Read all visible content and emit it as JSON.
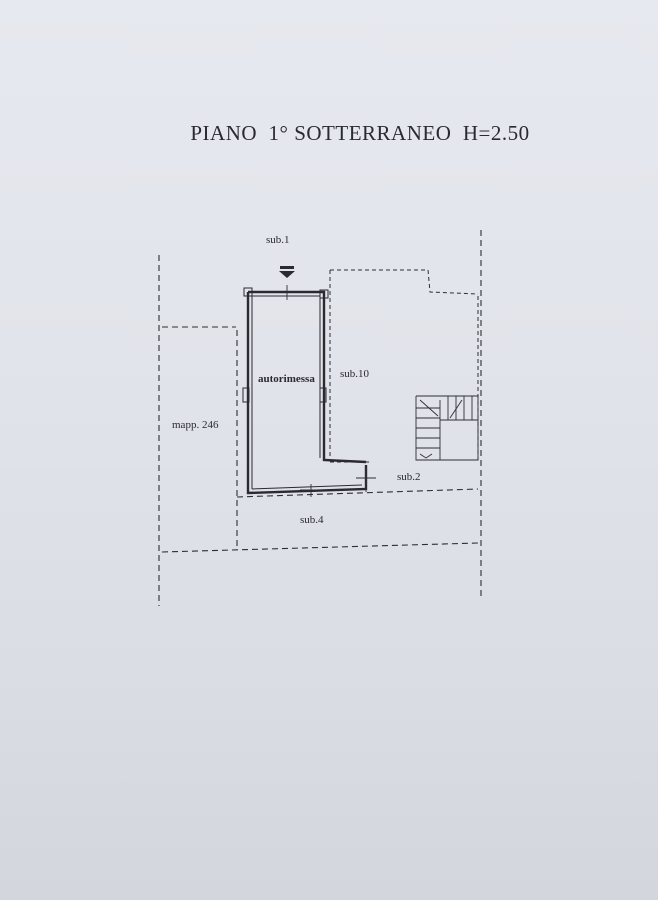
{
  "title": "PIANO  1° SOTTERRANEO  H=2.50",
  "labels": {
    "sub1": "sub.1",
    "autorimessa": "autorimessa",
    "sub10": "sub.10",
    "mapp246": "mapp. 246",
    "sub2": "sub.2",
    "sub4": "sub.4"
  },
  "icons": {
    "entrance": "entrance-arrow-icon",
    "stairs": "staircase-icon"
  }
}
